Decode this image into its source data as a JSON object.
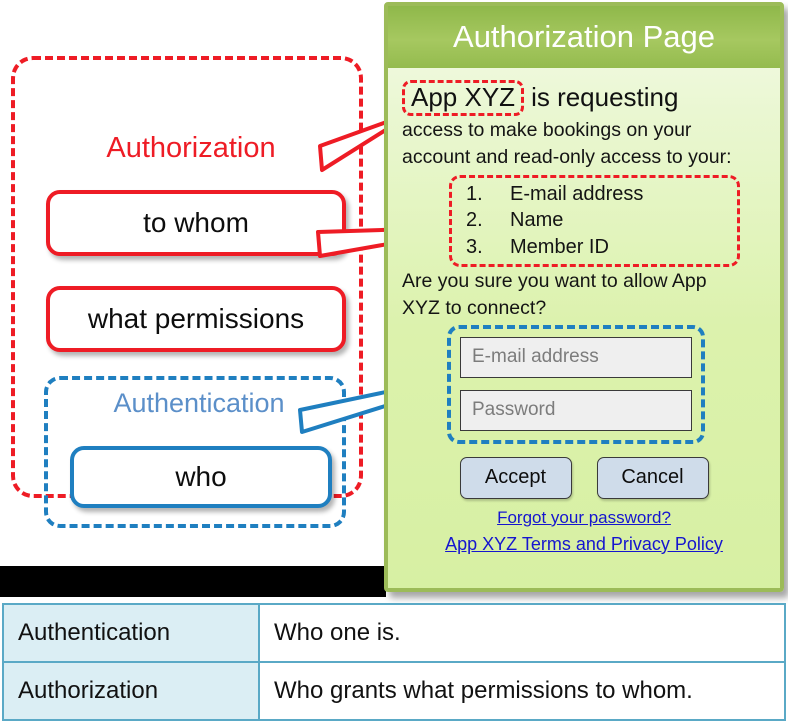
{
  "concept": {
    "authorization_label": "Authorization",
    "authentication_label": "Authentication",
    "callouts": {
      "to_whom": "to whom",
      "what_permissions": "what permissions",
      "who": "who"
    }
  },
  "auth_page": {
    "header_title": "Authorization Page",
    "app_name": "App XYZ",
    "requesting_text": "is requesting",
    "description_line1": "access to make bookings on your",
    "description_line2": "account and read-only access to your:",
    "permissions": [
      {
        "number": "1.",
        "label": "E-mail address"
      },
      {
        "number": "2.",
        "label": "Name"
      },
      {
        "number": "3.",
        "label": "Member ID"
      }
    ],
    "confirm_line1": "Are you sure you want to allow App",
    "confirm_line2": "XYZ to connect?",
    "email_placeholder": "E-mail address",
    "password_placeholder": "Password",
    "accept_label": "Accept",
    "cancel_label": "Cancel",
    "forgot_password_link": "Forgot your password?",
    "terms_link": "App XYZ Terms and Privacy Policy"
  },
  "definitions": {
    "rows": [
      {
        "term": "Authentication",
        "meaning": "Who one is."
      },
      {
        "term": "Authorization",
        "meaning": "Who grants what permissions to whom."
      }
    ]
  },
  "colors": {
    "authorization_red": "#ee1c25",
    "authentication_blue": "#1f7fc0",
    "authentication_title_blue": "#5b8fc9",
    "panel_green_border": "#9cbb58",
    "header_green": "#a6c860",
    "link_blue": "#1515cf",
    "table_header_fill": "#dbeef4",
    "table_border": "#5aa9c6",
    "button_fill": "#cfdcea",
    "field_fill": "#efefef"
  }
}
